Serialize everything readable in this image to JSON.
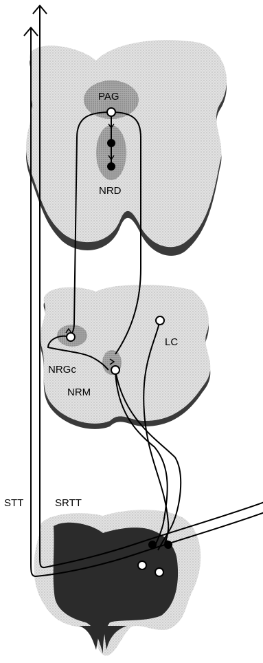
{
  "labels": {
    "pag": "PAG",
    "nrd": "NRD",
    "lc": "LC",
    "nrgc": "NRGc",
    "nrm": "NRM",
    "stt": "STT",
    "srtt": "SRTT"
  },
  "colors": {
    "tissue": "#d9d9d9",
    "tissue_shadow": "#3a3a3a",
    "nucleus": "#9e9e9e",
    "nucleus_dark": "#6e6e6e",
    "dorsal_horn": "#2b2b2b",
    "line": "#000000",
    "neuron_fill": "#ffffff"
  }
}
